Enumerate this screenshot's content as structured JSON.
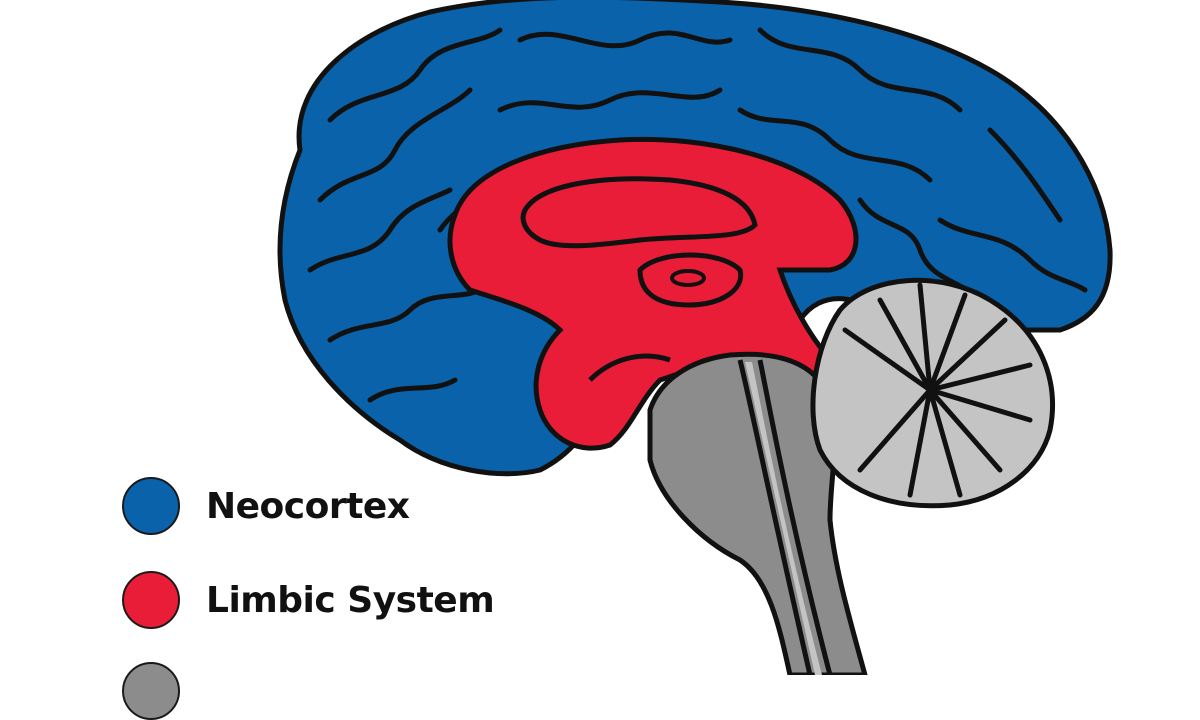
{
  "diagram": {
    "subject": "Sagittal view of the human brain",
    "colors": {
      "neocortex": "#0a63aa",
      "limbic": "#ea1d39",
      "limbic_shade": "#c81530",
      "brainstem": "#8c8c8c",
      "cerebellum_light": "#c4c4c4",
      "cerebellum_dark": "#8f8f8f",
      "outline": "#111111"
    },
    "regions": [
      {
        "name": "Neocortex",
        "color": "#0a63aa"
      },
      {
        "name": "Limbic System",
        "color": "#ea1d39"
      },
      {
        "name": "",
        "color": "#8c8c8c"
      }
    ]
  },
  "legend": {
    "items": [
      {
        "label": "Neocortex",
        "color": "#0a63aa"
      },
      {
        "label": "Limbic System",
        "color": "#ea1d39"
      },
      {
        "label": "",
        "color": "#8c8c8c"
      }
    ]
  }
}
